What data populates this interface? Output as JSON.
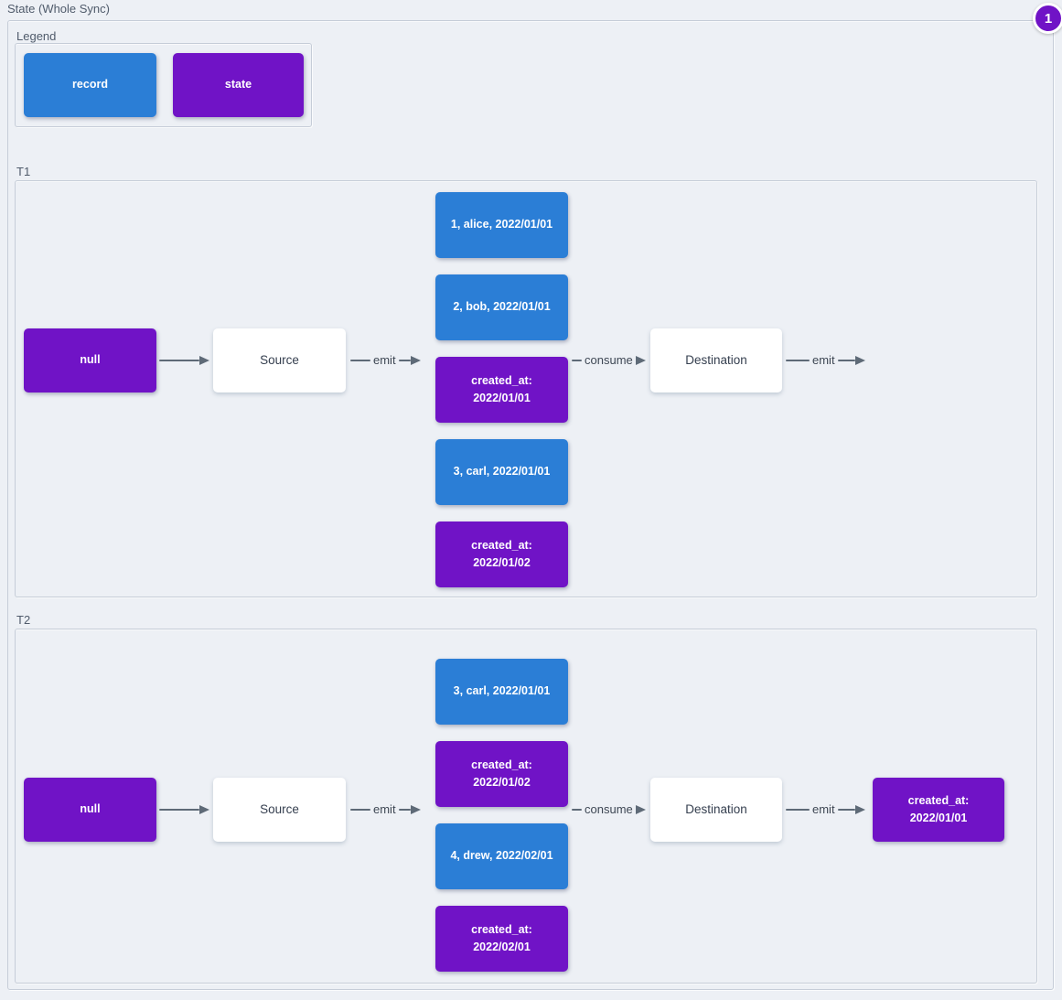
{
  "page": {
    "title": "State (Whole Sync)",
    "badge": "1"
  },
  "colors": {
    "background": "#edf0f5",
    "record": "#2b7ed6",
    "state": "#7013c6",
    "arrow": "#5e6a77",
    "container_border": "#c6cdd8",
    "badge": "#7013c6"
  },
  "legend": {
    "title": "Legend",
    "record_label": "record",
    "state_label": "state"
  },
  "t1": {
    "title": "T1",
    "null_label": "null",
    "source_label": "Source",
    "emit_label": "emit",
    "consume_label": "consume",
    "emit_out_label": "emit",
    "destination_label": "Destination",
    "stack": [
      {
        "label": "1, alice, 2022/01/01",
        "type": "record"
      },
      {
        "label": "2, bob, 2022/01/01",
        "type": "record"
      },
      {
        "label": "created_at: 2022/01/01",
        "type": "state"
      },
      {
        "label": "3, carl, 2022/01/01",
        "type": "record"
      },
      {
        "label": "created_at: 2022/01/02",
        "type": "state"
      }
    ]
  },
  "t2": {
    "title": "T2",
    "null_label": "null",
    "source_label": "Source",
    "emit_label": "emit",
    "consume_label": "consume",
    "emit_out_label": "emit",
    "destination_label": "Destination",
    "stack": [
      {
        "label": "3, carl, 2022/01/01",
        "type": "record"
      },
      {
        "label": "created_at: 2022/01/02",
        "type": "state"
      },
      {
        "label": "4, drew, 2022/02/01",
        "type": "record"
      },
      {
        "label": "created_at: 2022/02/01",
        "type": "state"
      }
    ],
    "output": {
      "label": "created_at: 2022/01/01",
      "type": "state"
    }
  }
}
